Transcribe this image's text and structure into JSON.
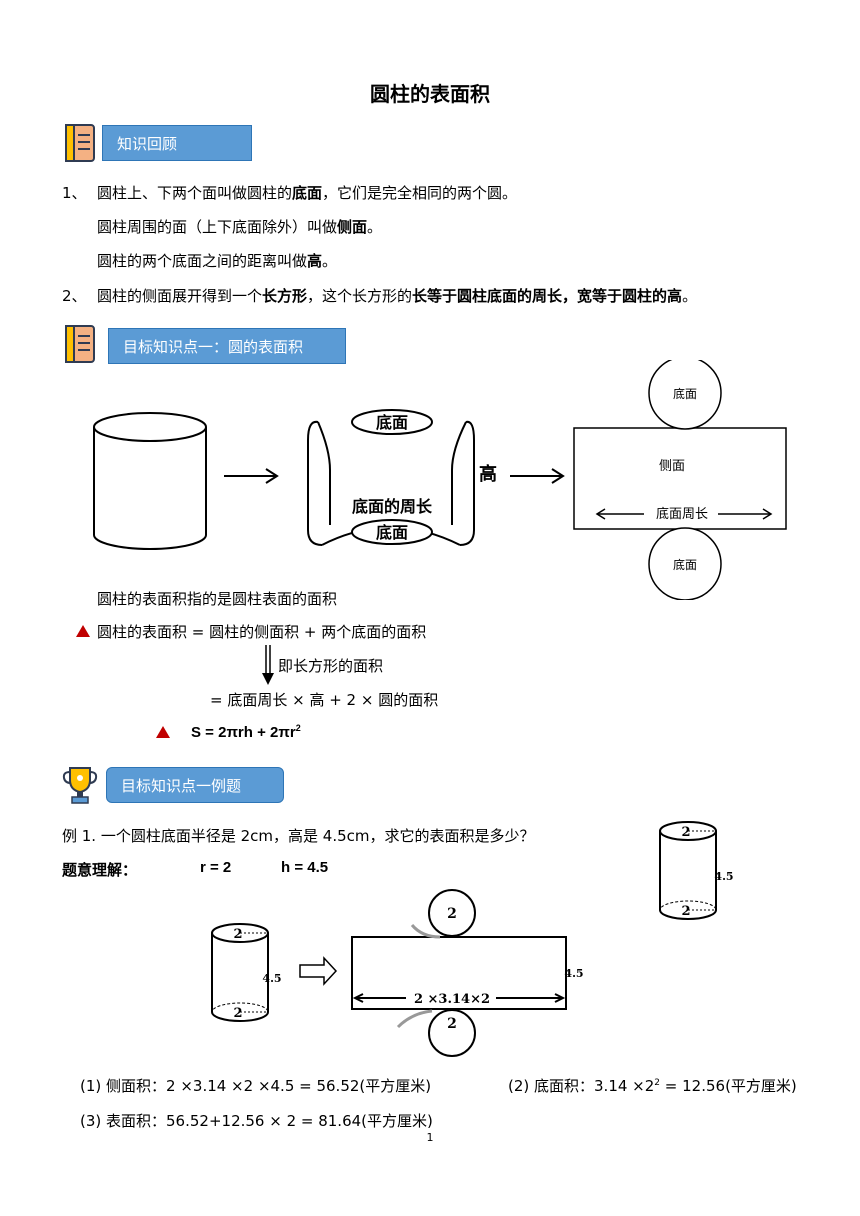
{
  "title": "圆柱的表面积",
  "sections": {
    "review": "知识回顾",
    "point1": "目标知识点一：圆的表面积",
    "example": "目标知识点一例题"
  },
  "review": {
    "n1": "1、",
    "l1a": "圆柱上、下两个面叫做圆柱的",
    "l1b": "底面",
    "l1c": "，它们是完全相同的两个圆。",
    "l2a": "圆柱周围的面（上下底面除外）叫做",
    "l2b": "侧面",
    "l2c": "。",
    "l3a": "圆柱的两个底面之间的距离叫做",
    "l3b": "高",
    "l3c": "。",
    "n2": "2、",
    "l4a": "圆柱的侧面展开得到一个",
    "l4b": "长方形",
    "l4c": "，这个长方形的",
    "l4d": "长等于圆柱底面的周长，宽等于圆柱的高",
    "l4e": "。"
  },
  "diagram1": {
    "scroll_top": "底面",
    "scroll_perimeter": "底面的周长",
    "scroll_bottom": "底面",
    "height": "高",
    "net_top": "底面",
    "net_side": "侧面",
    "net_perimeter": "底面周长",
    "net_bottom": "底面"
  },
  "formula": {
    "intro": "圆柱的表面积指的是圆柱表面的面积",
    "line1": "圆柱的表面积 = 圆柱的侧面积 + 两个底面的面积",
    "note": "即长方形的面积",
    "line2": "= 底面周长 × 高 + 2 × 圆的面积",
    "s_main": "S = 2πrh + 2πr",
    "s_sup": "2"
  },
  "example": {
    "question": "例 1. 一个圆柱底面半径是 2cm，高是 4.5cm，求它的表面积是多少？",
    "understand": "题意理解：",
    "r": "r = 2",
    "h": "h = 4.5",
    "fig_r": "2",
    "fig_h": "4.5",
    "fig_len": "2 ×3.14×2",
    "step1": "(1) 侧面积：2 ×3.14 ×2 ×4.5 = 56.52(平方厘米)",
    "step2a": "(2) 底面积：3.14 ×2",
    "step2sup": "2",
    "step2b": " = 12.56(平方厘米)",
    "step3": "(3) 表面积：56.52+12.56 × 2 = 81.64(平方厘米)"
  },
  "page_number": "1"
}
